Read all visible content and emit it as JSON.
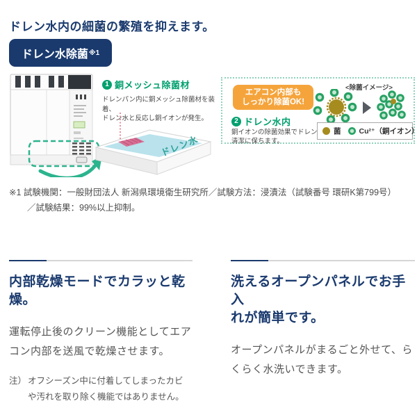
{
  "colors": {
    "navy": "#1a3a6e",
    "green": "#00a06e",
    "orange": "#f5a43c",
    "teal_border": "#8fd2ba",
    "water": "#b9e2ec",
    "mesh_pink": "#d76f93",
    "bacteria_gold": "#a68c1f",
    "ion_green": "#27a263"
  },
  "drain": {
    "heading": "ドレン水内の細菌の繁殖を抑えます。",
    "badge_label": "ドレン水除菌",
    "badge_sup": "※1",
    "mesh_step": {
      "number": "1",
      "title": "銅メッシュ除菌材",
      "desc_lines": [
        "ドレンパン内に銅メッシュ除菌材を装着、",
        "ドレン水と反応し銅イオンが発生。"
      ]
    },
    "tray_label": "ドレン水",
    "info_box": {
      "callout_lines": [
        "エアコン内部も",
        "しっかり除菌OK!"
      ],
      "step_number": "2",
      "step_title": "ドレン水内",
      "desc_lines": [
        "銅イオンの除菌効果でドレン水を",
        "清潔に保ちます。"
      ],
      "image_caption": "<除菌イメージ>",
      "legend": {
        "bacteria": "菌",
        "ion": "Cu²⁺（銅イオン）"
      }
    },
    "footnote_lines": [
      "※1 試験機関：一般財団法人 新潟県環境衛生研究所／試験方法：浸漬法（試験番号 環研K第799号）",
      "／試験結果：99%以上抑制。"
    ]
  },
  "dry": {
    "heading_lines": [
      "内部乾燥モードでカラッと乾",
      "燥。"
    ],
    "body_lines": [
      "運転停止後のクリーン機能としてエア",
      "コン内部を送風で乾燥させます。"
    ],
    "note_prefix": "注）",
    "note_lines": [
      "オフシーズン中に付着してしまったカビ",
      "や汚れを取り除く機能ではありません。"
    ]
  },
  "panel": {
    "heading_lines": [
      "洗えるオープンパネルでお手入",
      "れが簡単です。"
    ],
    "body_lines": [
      "オープンパネルがまるごと外せて、ら",
      "くらく水洗いできます。"
    ]
  }
}
